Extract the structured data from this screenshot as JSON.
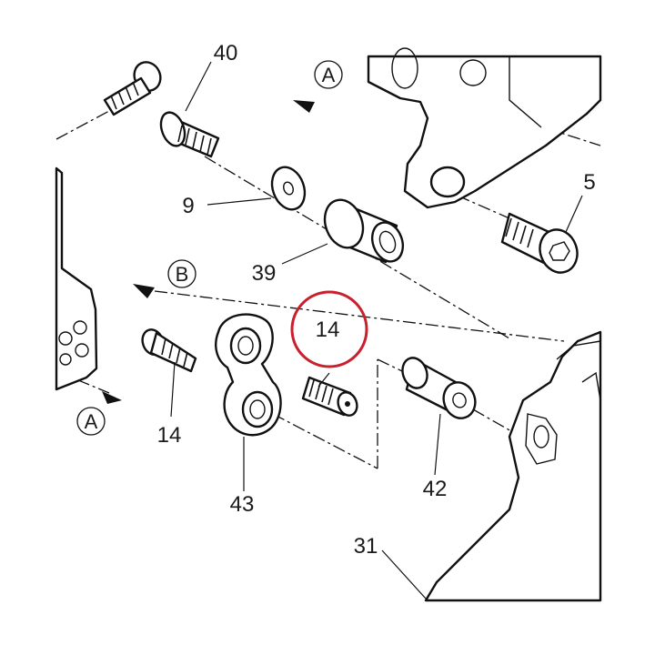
{
  "diagram": {
    "callouts": {
      "c40": "40",
      "c5": "5",
      "c9": "9",
      "c39": "39",
      "c14_highlighted": "14",
      "c14_lower": "14",
      "c43": "43",
      "c42": "42",
      "c31": "31"
    },
    "reference_markers": {
      "a_top": "A",
      "b_mid": "B",
      "a_left": "A"
    },
    "colors": {
      "highlight_ring": "#c8202e",
      "line": "#111111",
      "background": "#ffffff"
    }
  }
}
